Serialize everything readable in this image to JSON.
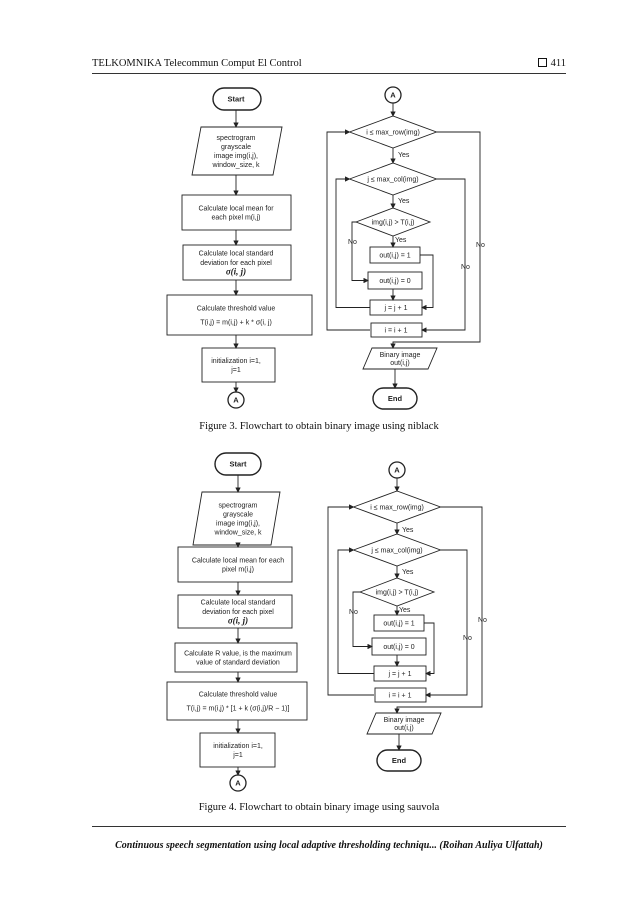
{
  "header": {
    "journal": "TELKOMNIKA Telecommun Comput El Control",
    "page_icon": "hollow-square-icon",
    "page": "411"
  },
  "figures": [
    {
      "caption": "Figure 3. Flowchart to obtain binary image using niblack",
      "nodes": {
        "start": "Start",
        "input": [
          "spectrogram",
          "grayscale",
          "image img(i,j),",
          "window_size, k"
        ],
        "mean": [
          "Calculate local mean for",
          "each pixel m(i,j)"
        ],
        "std": [
          "Calculate local standard",
          "deviation for each pixel",
          "σ(i, j)"
        ],
        "thr": [
          "Calculate threshold value",
          "T(i,j) = m(i,j) + k * σ(i, j)"
        ],
        "init": [
          "initialization i=1,",
          "j=1"
        ],
        "connector": "A",
        "d1": "i  ≤ max_row(img)",
        "d2": "j  ≤ max_col(img)",
        "d3": "img(i,j) > T(i,j)",
        "out1": "out(i,j) = 1",
        "out0": "out(i,j) = 0",
        "jinc": "j = j + 1",
        "iinc": "i = i + 1",
        "output": [
          "Binary image",
          "out(i,j)"
        ],
        "end": "End"
      },
      "labels": {
        "yes": "Yes",
        "no": "No"
      }
    },
    {
      "caption": "Figure 4. Flowchart to obtain binary image using sauvola",
      "nodes": {
        "start": "Start",
        "input": [
          "spectrogram",
          "grayscale",
          "image img(i,j),",
          "window_size, k"
        ],
        "mean": [
          "Calculate local mean for each",
          "pixel m(i,j)"
        ],
        "std": [
          "Calculate local standard",
          "deviation for each pixel",
          "σ(i, j)"
        ],
        "rval": [
          "Calculate R value, is the maximum",
          "value of standard deviation"
        ],
        "thr": [
          "Calculate threshold value",
          "T(i,j) = m(i,j) * [1 + k (σ(i,j)/R − 1)]"
        ],
        "init": [
          "initialization i=1,",
          "j=1"
        ],
        "connector": "A",
        "d1": "i  ≤ max_row(img)",
        "d2": "j  ≤ max_col(img)",
        "d3": "img(i,j) > T(i,j)",
        "out1": "out(i,j) = 1",
        "out0": "out(i,j) = 0",
        "jinc": "j = j + 1",
        "iinc": "i = i + 1",
        "output": [
          "Binary image",
          "out(i,j)"
        ],
        "end": "End"
      },
      "labels": {
        "yes": "Yes",
        "no": "No"
      }
    }
  ],
  "footer": "Continuous speech segmentation using local adaptive thresholding techniqu... (Roihan Auliya Ulfattah)"
}
